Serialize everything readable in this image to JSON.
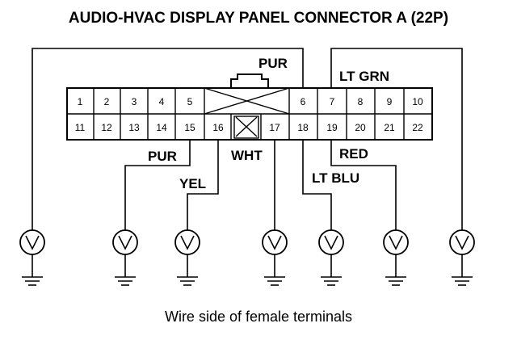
{
  "title": "AUDIO-HVAC DISPLAY PANEL CONNECTOR A (22P)",
  "caption": "Wire side of female terminals",
  "pins_top": [
    "1",
    "2",
    "3",
    "4",
    "5",
    "6",
    "7",
    "8",
    "9",
    "10"
  ],
  "pins_bottom": [
    "11",
    "12",
    "13",
    "14",
    "15",
    "16",
    "17",
    "18",
    "19",
    "20",
    "21",
    "22"
  ],
  "wire_labels": {
    "pur_top": "PUR",
    "lt_grn": "LT GRN",
    "pur_bottom": "PUR",
    "yel": "YEL",
    "wht": "WHT",
    "lt_blu": "LT BLU",
    "red": "RED"
  },
  "meter_icon": "voltmeter-symbol",
  "ground_icon": "ground-symbol"
}
